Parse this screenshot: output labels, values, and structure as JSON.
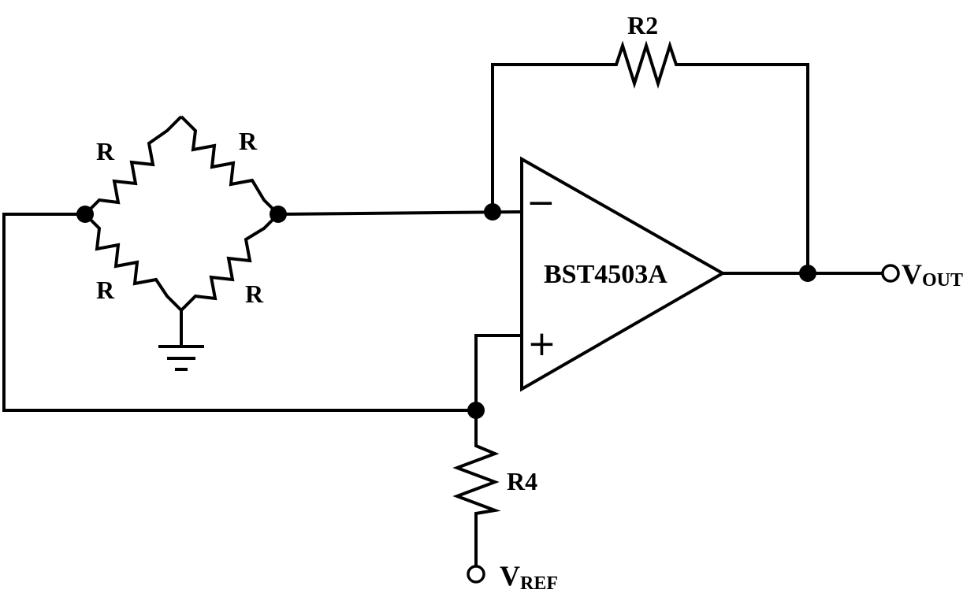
{
  "circuit": {
    "bridge": {
      "resistor_labels": [
        "R",
        "R",
        "R",
        "R"
      ]
    },
    "feedback_resistor": {
      "label": "R2"
    },
    "reference_resistor": {
      "label": "R4"
    },
    "opamp": {
      "name": "BST4503A",
      "inverting_input_symbol": "−",
      "noninverting_input_symbol": "+"
    },
    "output": {
      "main": "V",
      "sub": "OUT"
    },
    "reference": {
      "main": "V",
      "sub": "REF"
    },
    "ground_symbol": "ground-icon"
  }
}
